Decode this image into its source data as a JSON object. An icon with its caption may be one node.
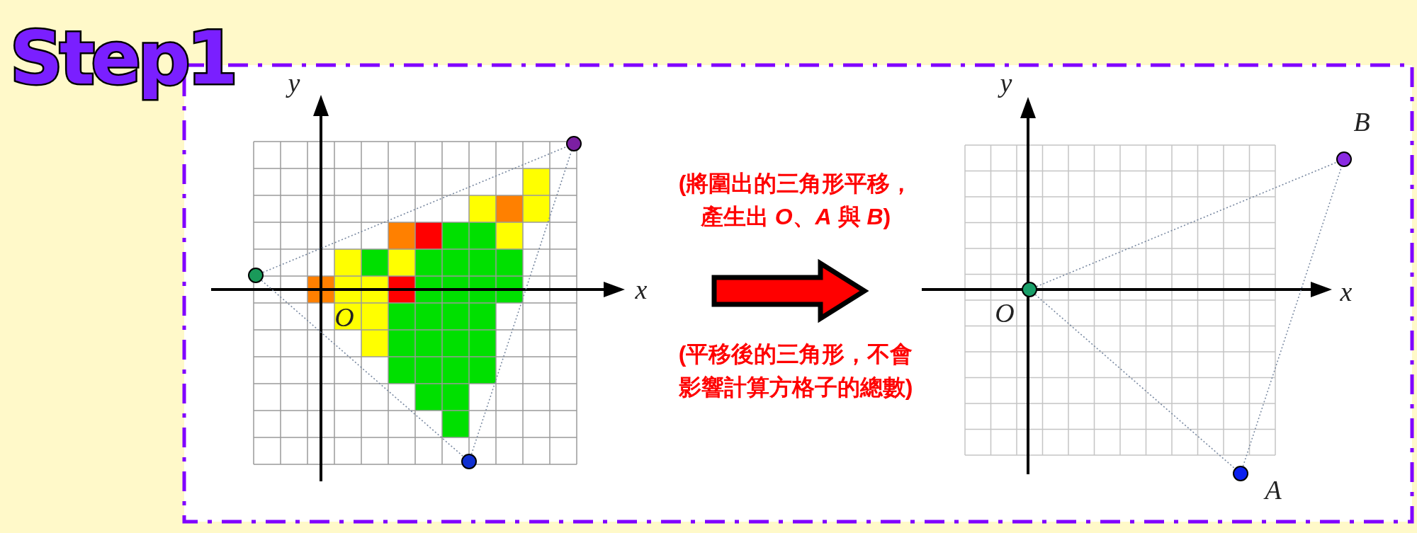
{
  "diagram": {
    "title": "Step1",
    "nodes": [
      {
        "text": [],
        "shape": "circle"
      },
      {
        "text": [],
        "shape": "circle"
      },
      {
        "text": [],
        "shape": "circle"
      },
      {
        "text": [],
        "shape": "circle",
        "beside": [
          "O"
        ]
      },
      {
        "text": [],
        "shape": "circle",
        "beside": [
          "B"
        ]
      },
      {
        "text": [],
        "shape": "circle",
        "beside": [
          "A"
        ]
      }
    ],
    "edges": [
      {
        "from": 0,
        "to": 1,
        "arrow": "none",
        "style": "dashed"
      },
      {
        "from": 0,
        "to": 2,
        "arrow": "none",
        "style": "dashed"
      },
      {
        "from": 2,
        "to": 1,
        "arrow": "none",
        "style": "dashed"
      },
      {
        "from": 3,
        "to": 4,
        "arrow": "none",
        "style": "dashed"
      },
      {
        "from": 3,
        "to": 5,
        "arrow": "none",
        "style": "dashed"
      },
      {
        "from": 5,
        "to": 4,
        "arrow": "none",
        "style": "dashed"
      }
    ],
    "labels": [
      "y",
      "x",
      "O",
      "(將圍出的三角形平移，產生出 *O*、*A* 與 *B*)",
      "(平移後的三角形，不會影響計算方格子的總數)",
      "y",
      "x"
    ]
  }
}
